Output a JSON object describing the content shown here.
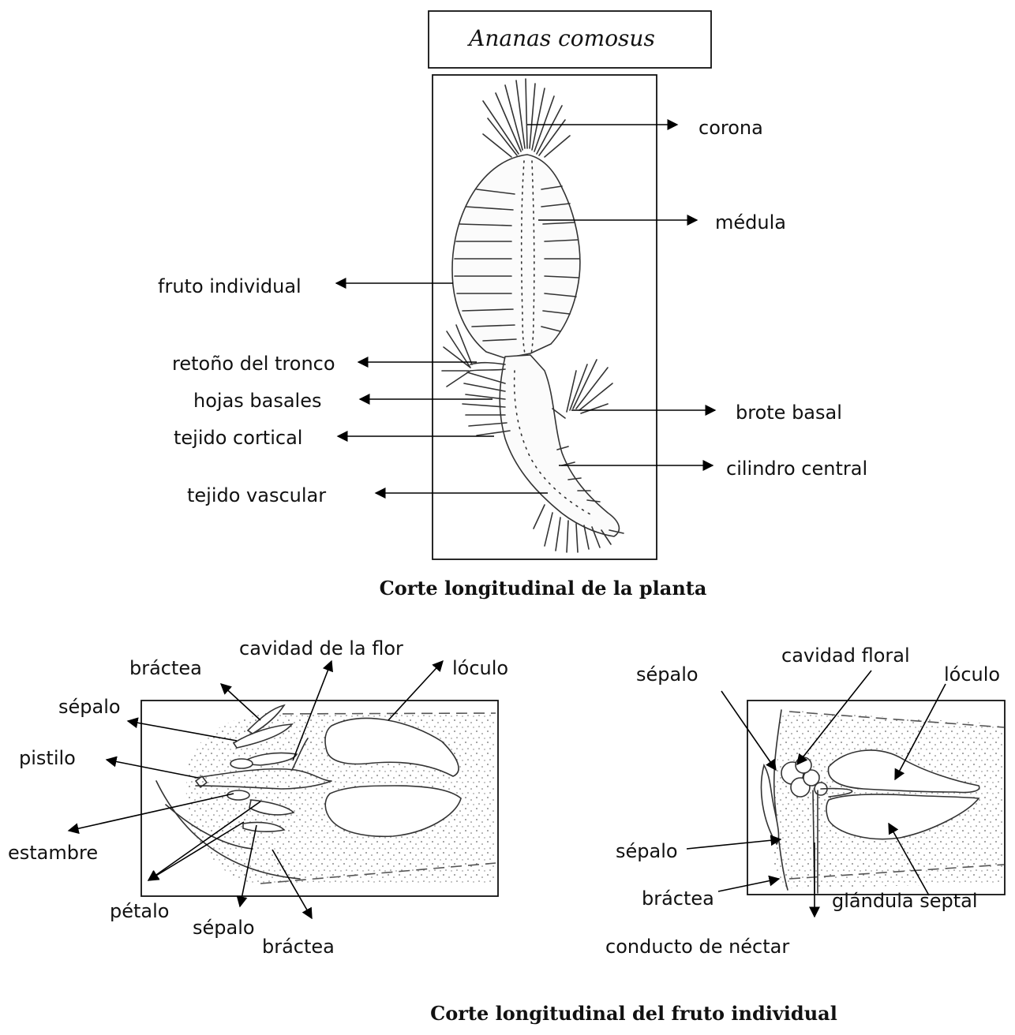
{
  "title": "Ananas comosus",
  "plant_section": {
    "caption": "Corte longitudinal de la planta",
    "labels": {
      "corona": "corona",
      "medula": "médula",
      "fruto_individual": "fruto individual",
      "retono_del_tronco": "retoño del tronco",
      "hojas_basales": "hojas basales",
      "tejido_cortical": "tejido cortical",
      "tejido_vascular": "tejido vascular",
      "brote_basal": "brote basal",
      "cilindro_central": "cilindro central"
    }
  },
  "fruit_section": {
    "caption": "Corte longitudinal del fruto individual",
    "left": {
      "bractea_top": "bráctea",
      "cavidad_de_la_flor": "cavidad de la flor",
      "loculo": "lóculo",
      "sepalo_top": "sépalo",
      "pistilo": "pistilo",
      "estambre": "estambre",
      "petalo": "pétalo",
      "sepalo_bottom": "sépalo",
      "bractea_bottom": "bráctea"
    },
    "right": {
      "sepalo_top": "sépalo",
      "cavidad_floral": "cavidad floral",
      "loculo": "lóculo",
      "sepalo_bottom": "sépalo",
      "bractea": "bráctea",
      "glandula_septal": "glándula septal",
      "conducto_de_nectar": "conducto de néctar"
    }
  }
}
